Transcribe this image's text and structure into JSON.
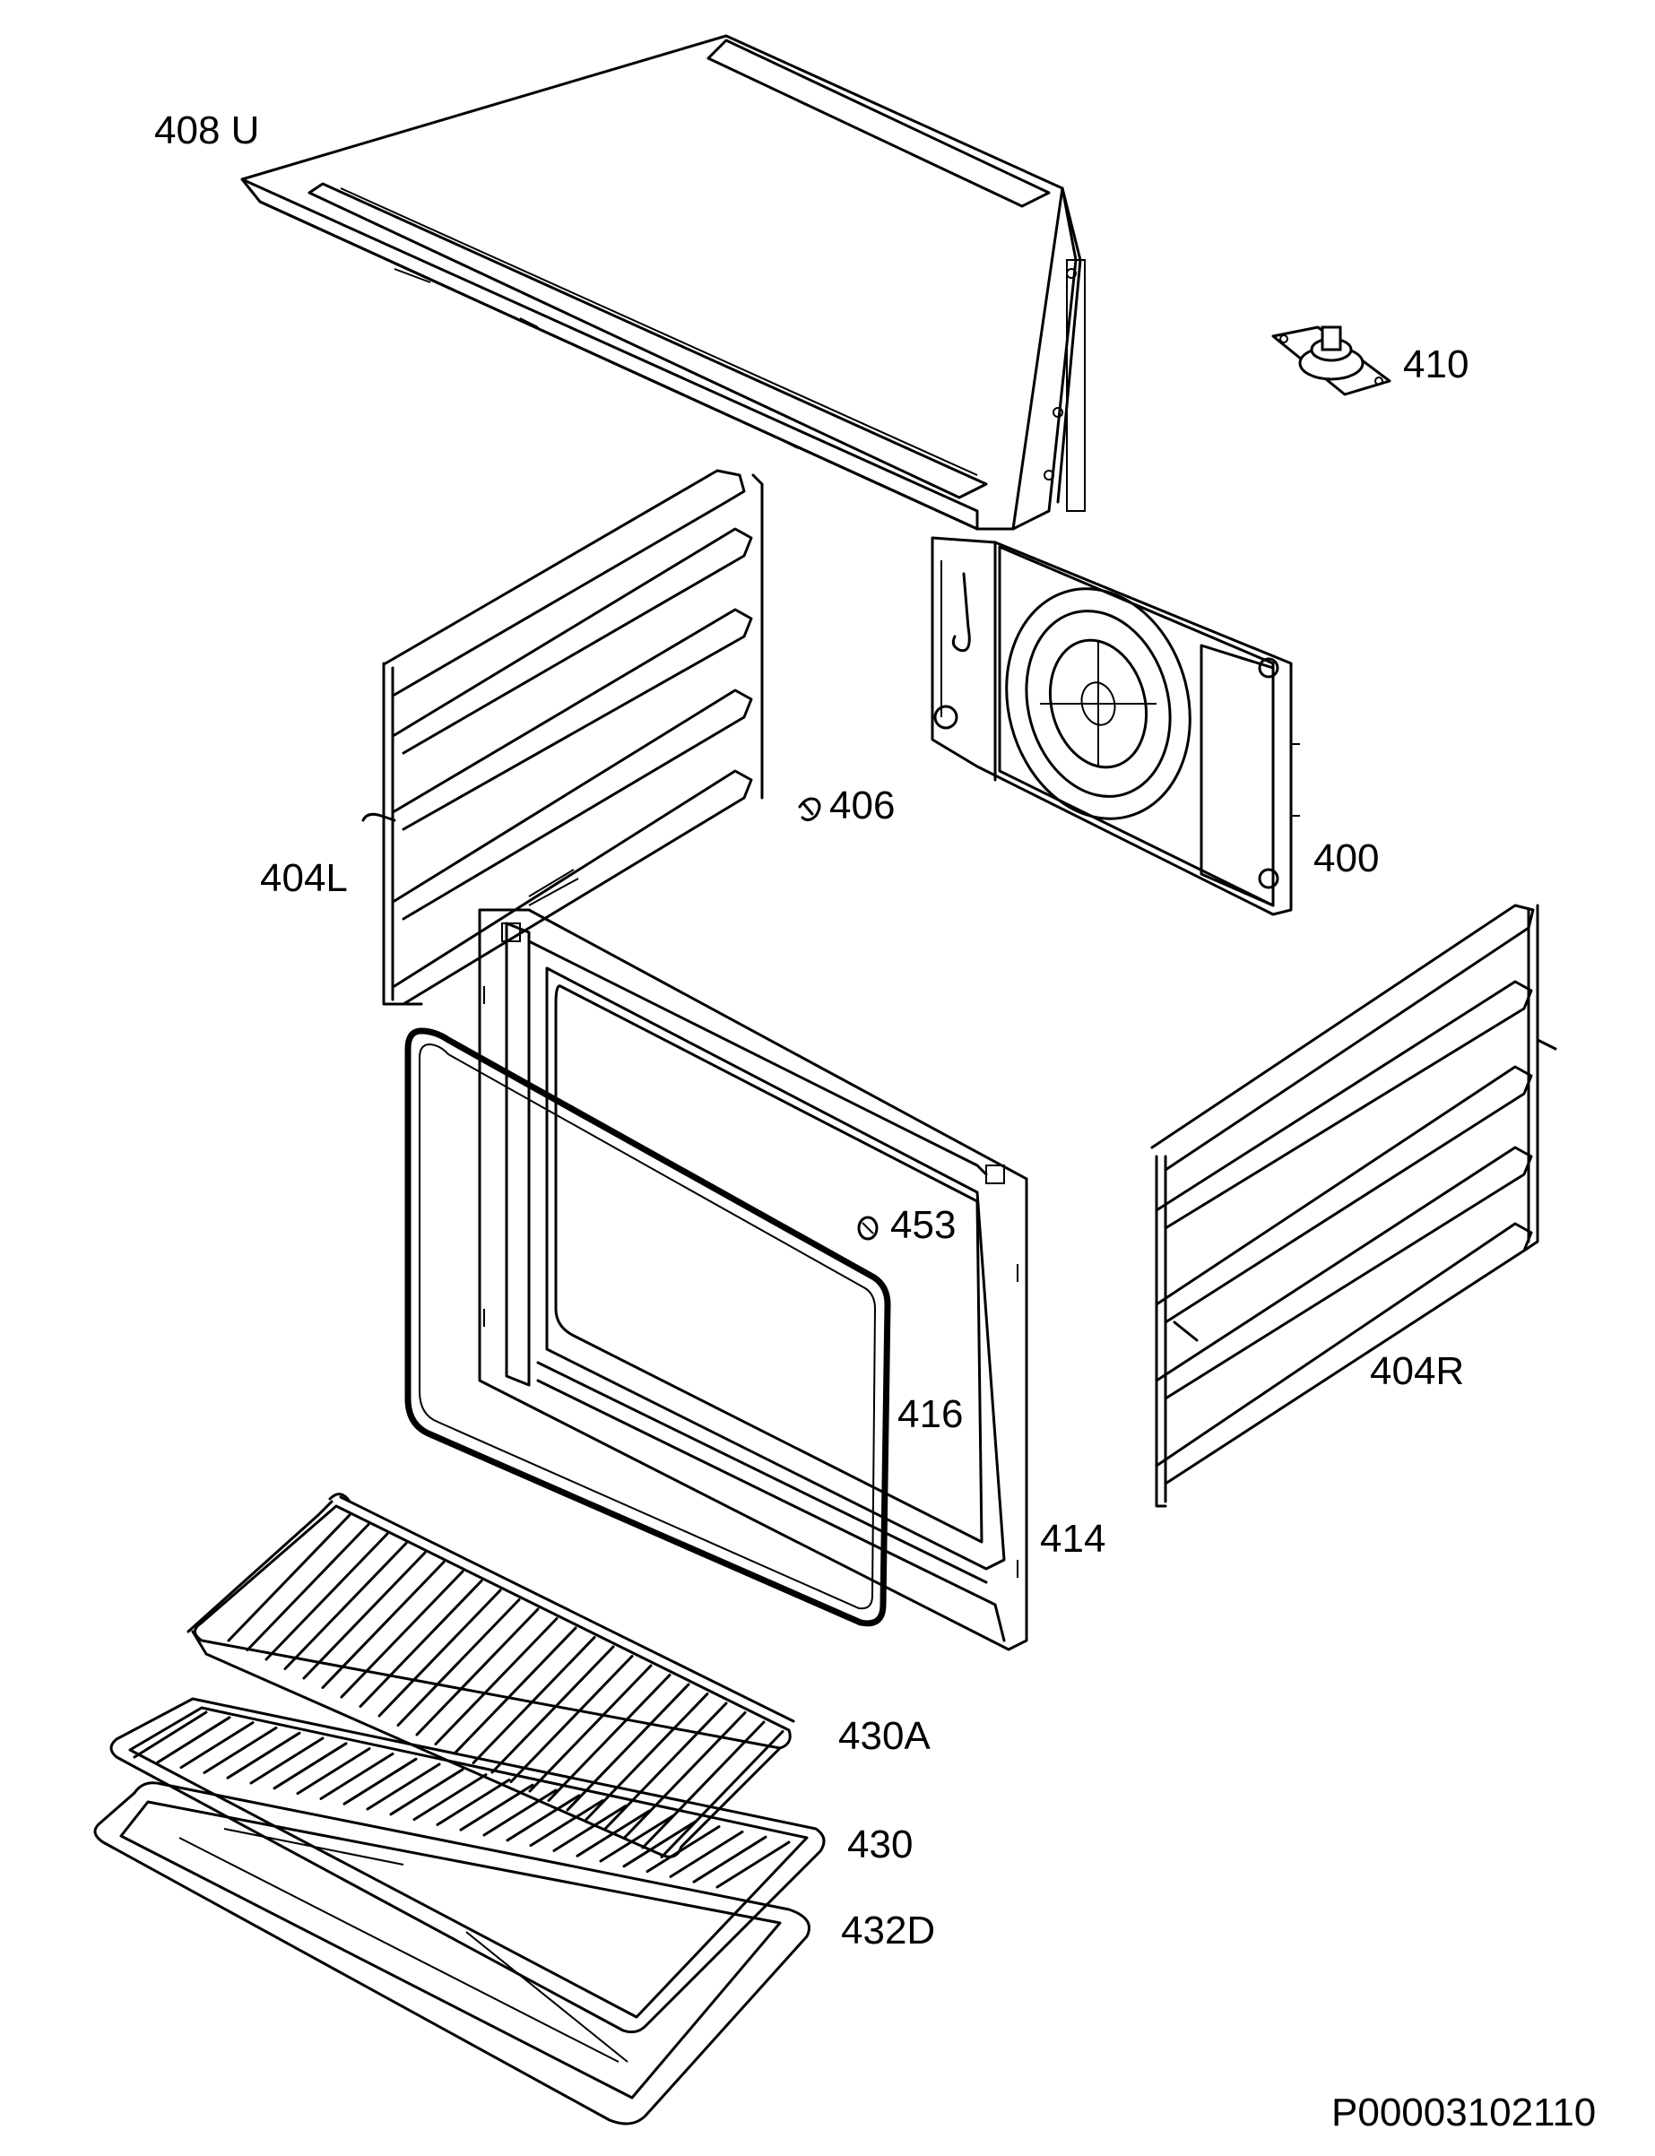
{
  "diagram": {
    "parts": [
      {
        "id": "408U",
        "label": "408 U",
        "icon": "top-cover-panel-icon"
      },
      {
        "id": "410",
        "label": "410",
        "icon": "fan-motor-icon"
      },
      {
        "id": "400",
        "label": "400",
        "icon": "rear-fan-panel-icon"
      },
      {
        "id": "406",
        "label": "406",
        "icon": "clip-icon"
      },
      {
        "id": "404L",
        "label": "404L",
        "icon": "left-shelf-rail-icon"
      },
      {
        "id": "404R",
        "label": "404R",
        "icon": "right-shelf-rail-icon"
      },
      {
        "id": "453",
        "label": "453",
        "icon": "screw-icon"
      },
      {
        "id": "416",
        "label": "416",
        "icon": "door-gasket-icon"
      },
      {
        "id": "414",
        "label": "414",
        "icon": "front-frame-icon"
      },
      {
        "id": "430A",
        "label": "430A",
        "icon": "wire-grid-icon"
      },
      {
        "id": "430",
        "label": "430",
        "icon": "wire-shelf-icon"
      },
      {
        "id": "432D",
        "label": "432D",
        "icon": "baking-tray-icon"
      }
    ],
    "code": "P00003102110"
  }
}
